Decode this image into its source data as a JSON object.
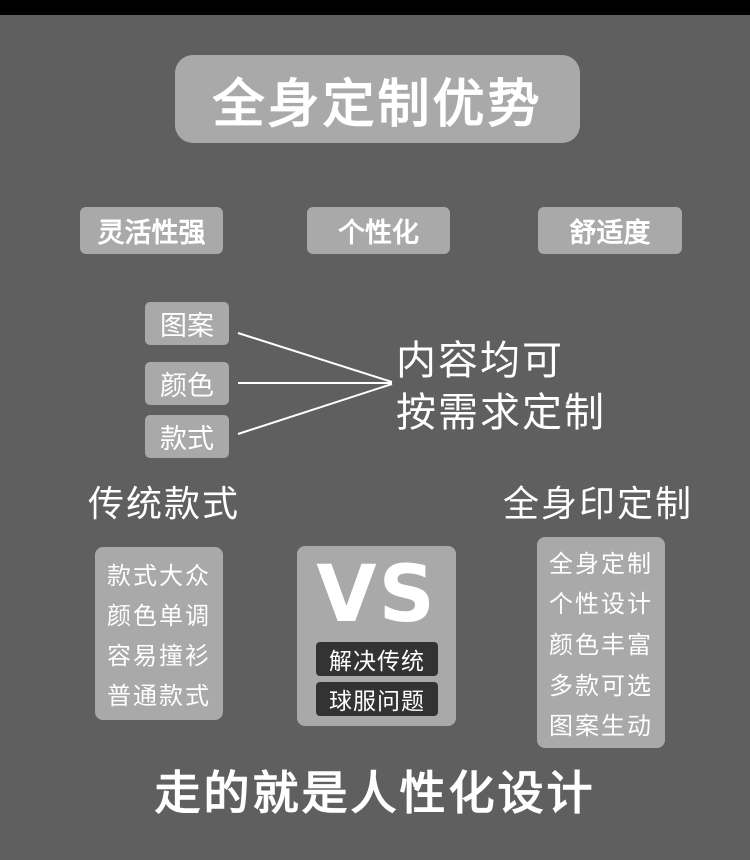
{
  "title": "全身定制优势",
  "features": [
    "灵活性强",
    "个性化",
    "舒适度"
  ],
  "options": [
    "图案",
    "颜色",
    "款式"
  ],
  "options_result": [
    "内容均可",
    "按需求定制"
  ],
  "traditional": {
    "heading": "传统款式",
    "items": [
      "款式大众",
      "颜色单调",
      "容易撞衫",
      "普通款式"
    ]
  },
  "vs": {
    "label": "VS",
    "tags": [
      "解决传统",
      "球服问题"
    ]
  },
  "full_print": {
    "heading": "全身印定制",
    "items": [
      "全身定制",
      "个性设计",
      "颜色丰富",
      "多款可选",
      "图案生动"
    ]
  },
  "footer": "走的就是人性化设计",
  "colors": {
    "background": "#5f5f5f",
    "pill": "#a9a9a9",
    "tag": "#333333",
    "text": "#ffffff",
    "top_bar": "#000000"
  }
}
